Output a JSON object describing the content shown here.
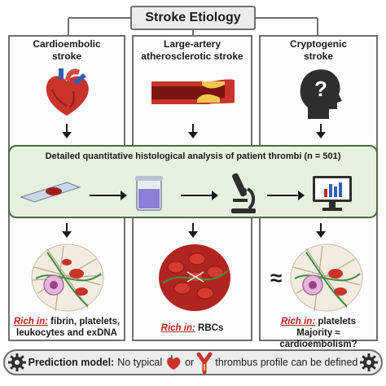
{
  "title": "Stroke Etiology",
  "columns": [
    {
      "title_line1": "Cardioembolic",
      "title_line2": "stroke",
      "rich_label": "Rich in:",
      "rich_text1": " fibrin, platelets,",
      "rich_text2": "leukocytes and exDNA"
    },
    {
      "title_line1": "Large-artery",
      "title_line2": "atherosclerotic stroke",
      "rich_label": "Rich in:",
      "rich_text1": " RBCs",
      "rich_text2": ""
    },
    {
      "title_line1": "Cryptogenic",
      "title_line2": "stroke",
      "rich_label": "Rich in:",
      "rich_text1": " platelets",
      "rich_text2": "Majority ≈ cardioembolism?"
    }
  ],
  "analysis": {
    "title": "Detailed quantitative histological analysis of patient thrombi (n = 501)"
  },
  "approx_symbol": "≈",
  "question_mark": "?",
  "prediction": {
    "label": "Prediction model:",
    "text_before": "No typical",
    "text_or": "or",
    "text_after": "thrombus profile can be defined"
  },
  "colors": {
    "border": "#6f6f6f",
    "band_fill": "#e6f0df",
    "band_border": "#4a6b3f",
    "rich_label": "#c0231e",
    "panel_fill": "#ececec"
  },
  "icons": [
    "heart-icon",
    "artery-plaque-icon",
    "head-question-icon",
    "microscope-slide-icon",
    "stain-container-icon",
    "microscope-icon",
    "computer-monitor-icon",
    "thrombus-fibrin-icon",
    "thrombus-rbc-icon",
    "gear-icon"
  ]
}
